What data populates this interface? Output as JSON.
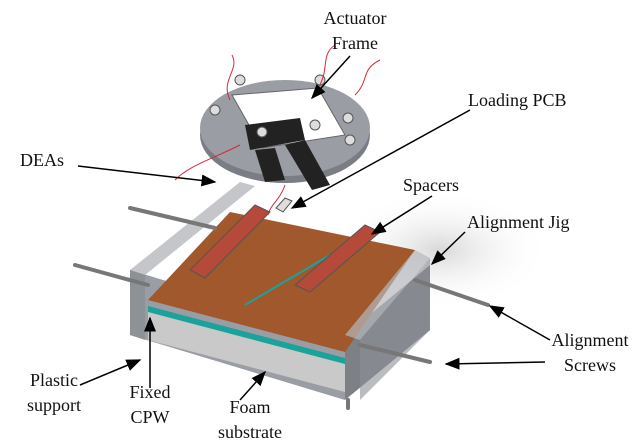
{
  "labels": {
    "actuator_frame": [
      "Actuator",
      "Frame"
    ],
    "loading_pcb": "Loading PCB",
    "deas": "DEAs",
    "spacers": "Spacers",
    "alignment_jig": "Alignment Jig",
    "alignment_screws": [
      "Alignment",
      "Screws"
    ],
    "plastic_support": [
      "Plastic",
      "support"
    ],
    "fixed_cpw": [
      "Fixed",
      "CPW"
    ],
    "foam_substrate": [
      "Foam",
      "substrate"
    ]
  },
  "colors": {
    "pcb": "#a0582c",
    "cpw": "#1aa39a",
    "jig": "#8c9096",
    "wire": "#d8283a",
    "foam": "#c9c9c9"
  }
}
